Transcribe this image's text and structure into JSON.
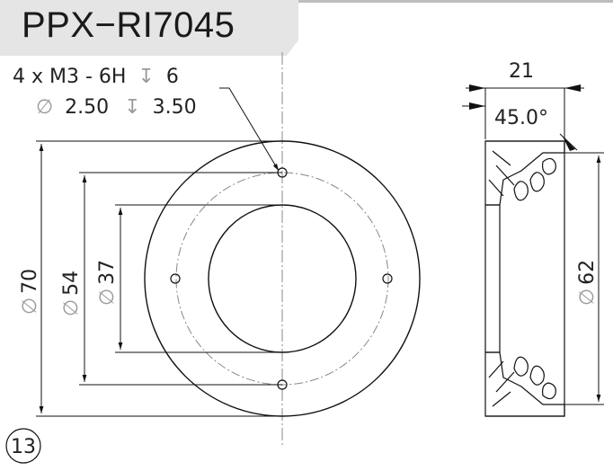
{
  "title": "PPX−RI7045",
  "callout": {
    "line1_prefix": "4 x  M3 - 6H",
    "line1_depth": "6",
    "line2_dia": "2.50",
    "line2_depth": "3.50"
  },
  "dims": {
    "d70": "70",
    "d54": "54",
    "d37": "37",
    "d62": "62",
    "width": "21",
    "angle": "45.0°"
  },
  "diameter_symbol": "∅",
  "depth_symbol": "↧",
  "figure_number": "13"
}
